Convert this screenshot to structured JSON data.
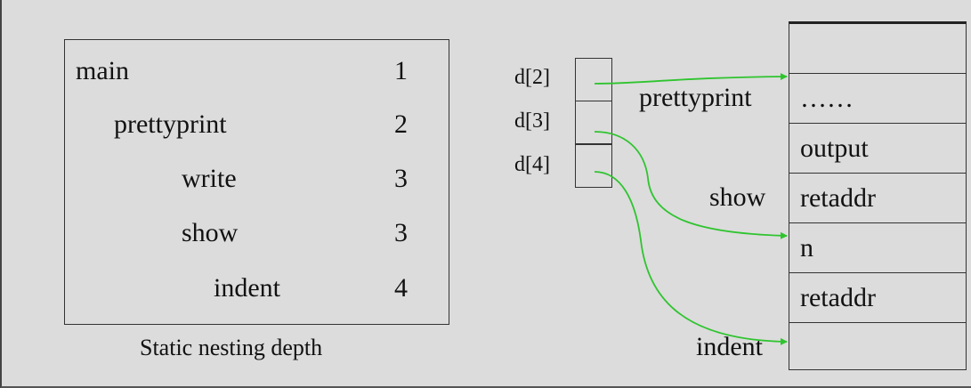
{
  "nesting_table": {
    "rows": [
      {
        "proc": "main",
        "depth": "1"
      },
      {
        "proc": "prettyprint",
        "depth": "2"
      },
      {
        "proc": "write",
        "depth": "3"
      },
      {
        "proc": "show",
        "depth": "3"
      },
      {
        "proc": "indent",
        "depth": "4"
      }
    ],
    "caption": "Static nesting depth"
  },
  "display": {
    "labels": [
      "d[2]",
      "d[3]",
      "d[4]"
    ]
  },
  "stack": {
    "cells": [
      "",
      "……",
      "output",
      "retaddr",
      "n",
      "retaddr",
      ""
    ],
    "frame_labels": {
      "prettyprint": "prettyprint",
      "show": "show",
      "indent": "indent"
    }
  },
  "colors": {
    "link": "#2fc42f"
  }
}
